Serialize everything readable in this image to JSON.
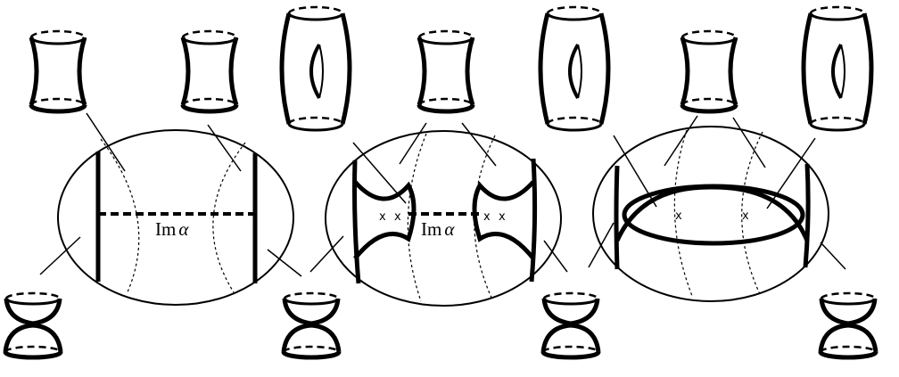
{
  "panels": [
    {
      "label_main": "Im",
      "label_greek": "α"
    },
    {
      "label_main": "Im",
      "label_greek": "α",
      "marks": [
        "x",
        "x",
        "x",
        "x"
      ]
    },
    {
      "marks": [
        "x",
        "x"
      ]
    }
  ],
  "colors": {
    "ink": "#000000",
    "background": "#ffffff"
  },
  "icons": [
    "hyperboloid-neck-icon",
    "pinched-cylinder-icon",
    "double-cone-icon"
  ]
}
